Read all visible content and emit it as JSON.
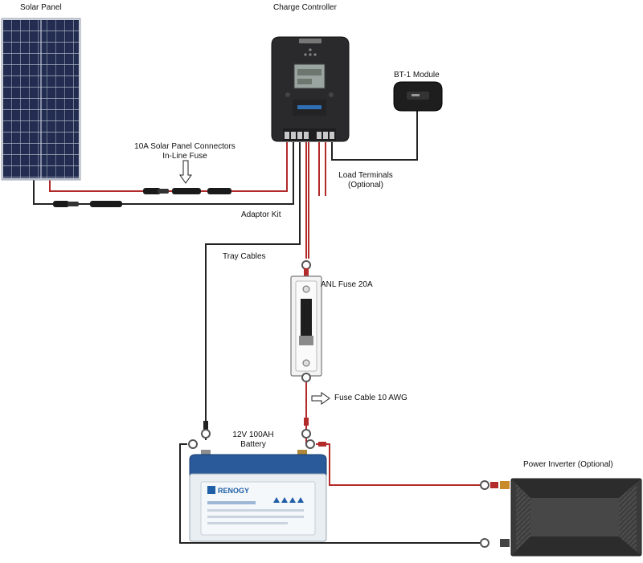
{
  "labels": {
    "solar_panel": "Solar Panel",
    "charge_controller": "Charge Controller",
    "bt1_module": "BT-1 Module",
    "connectors_line1": "10A Solar Panel Connectors",
    "connectors_line2": "In-Line Fuse",
    "load_terminals_line1": "Load Terminals",
    "load_terminals_line2": "(Optional)",
    "adaptor_kit": "Adaptor Kit",
    "tray_cables": "Tray Cables",
    "anl_fuse": "ANL Fuse 20A",
    "fuse_cable": "Fuse Cable 10 AWG",
    "battery_line1": "12V 100AH",
    "battery_line2": "Battery",
    "power_inverter": "Power Inverter (Optional)"
  },
  "battery": {
    "brand": "RENOGY"
  },
  "colors": {
    "positive_wire": "#b22a2a",
    "negative_wire": "#222222",
    "panel_cell": "#1b2340",
    "controller_body": "#2a2a2c",
    "battery_case": "#e9eef2",
    "battery_lid": "#2a5a9a",
    "inverter_body": "#3a3a3a",
    "brand_blue": "#1f5fa8"
  }
}
